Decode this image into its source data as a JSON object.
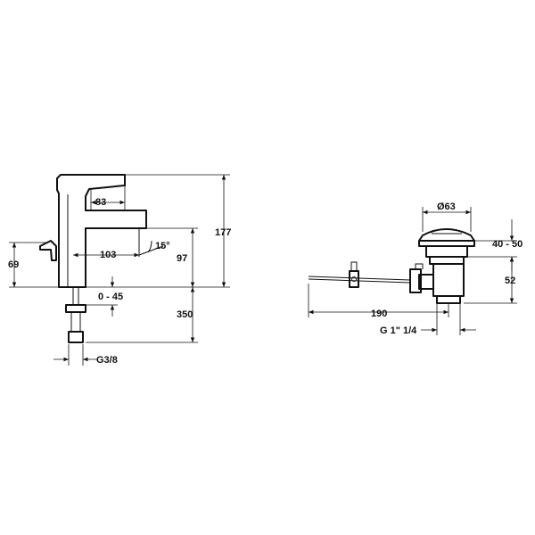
{
  "faucet": {
    "dims": {
      "handle_reach": "83",
      "spout_reach": "103",
      "angle": "15°",
      "spout_height": "97",
      "total_height": "177",
      "lever_height": "69",
      "deck_range": "0 - 45",
      "hose_length": "350",
      "thread": "G3/8"
    }
  },
  "drain": {
    "dims": {
      "diameter": "Ø63",
      "stroke": "40 - 50",
      "body_height": "52",
      "rod_length": "190",
      "thread": "G 1\" 1/4"
    }
  }
}
